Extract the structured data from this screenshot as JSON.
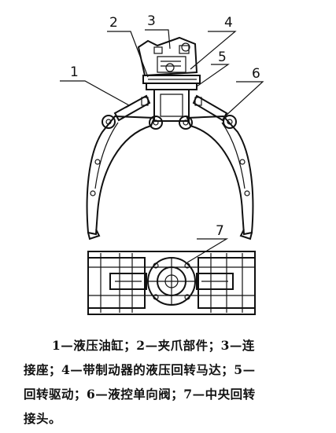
{
  "callouts": [
    "1",
    "2",
    "3",
    "4",
    "5",
    "6",
    "7"
  ],
  "caption_lines": [
    "1—液压油缸；2—夹爪部件；3—连",
    "接座；4—带制动器的液压回转马达；5—",
    "回转驱动；6—液控单向阀；7—中央回转",
    "接头。"
  ]
}
